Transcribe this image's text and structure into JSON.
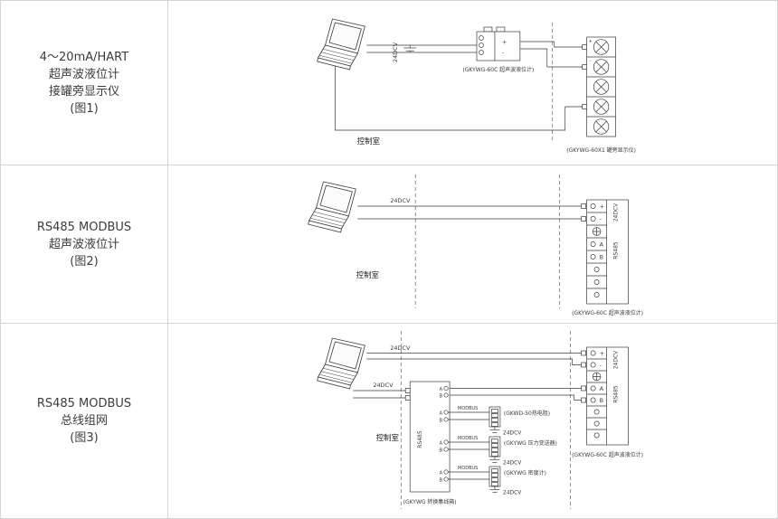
{
  "rows": [
    {
      "label_lines": [
        "4～20mA/HART",
        "超声波液位计",
        "接罐旁显示仪",
        "(图1)"
      ],
      "diagram": {
        "power_label": "24DCV",
        "room_label": "控制室",
        "plus": "+",
        "minus": "-",
        "transmitter_label": "(GKYWG-60C 超声波液位计)",
        "display_label": "(GKYWG-60X1 罐旁显示仪)"
      }
    },
    {
      "label_lines": [
        "RS485 MODBUS",
        "超声波液位计",
        "(图2)"
      ],
      "diagram": {
        "power_label": "24DCV",
        "room_label": "控制室",
        "terminals": {
          "plus": "+",
          "minus": "-",
          "a": "A",
          "b": "B"
        },
        "side_power": "24DCV",
        "side_bus": "RS485",
        "transmitter_label": "(GKYWG-60C 超声波液位计)"
      }
    },
    {
      "label_lines": [
        "RS485 MODBUS",
        "总线组网",
        "(图3)"
      ],
      "diagram": {
        "power_label_top": "24DCV",
        "power_label_hub": "24DCV",
        "room_label": "控制室",
        "bus_a": "A",
        "bus_b": "B",
        "hub_bus_label": "RS485",
        "hub_label": "(GKYWG 转换集线箱)",
        "terminals": {
          "plus": "+",
          "minus": "-",
          "a": "A",
          "b": "B"
        },
        "side_power": "24DCV",
        "side_bus": "RS485",
        "branches": [
          {
            "bus_label": "MODBUS",
            "device_label": "(GKWD-50热电阻)",
            "power_label": "24DCV"
          },
          {
            "bus_label": "MODBUS",
            "device_label": "(GKYWG 压力变送器)",
            "power_label": "24DCV"
          },
          {
            "bus_label": "MODBUS",
            "device_label": "(GKYWG 密度计)",
            "power_label": "24DCV"
          }
        ],
        "transmitter_label": "(GKYWG-60C 超声波液位计)"
      }
    }
  ]
}
